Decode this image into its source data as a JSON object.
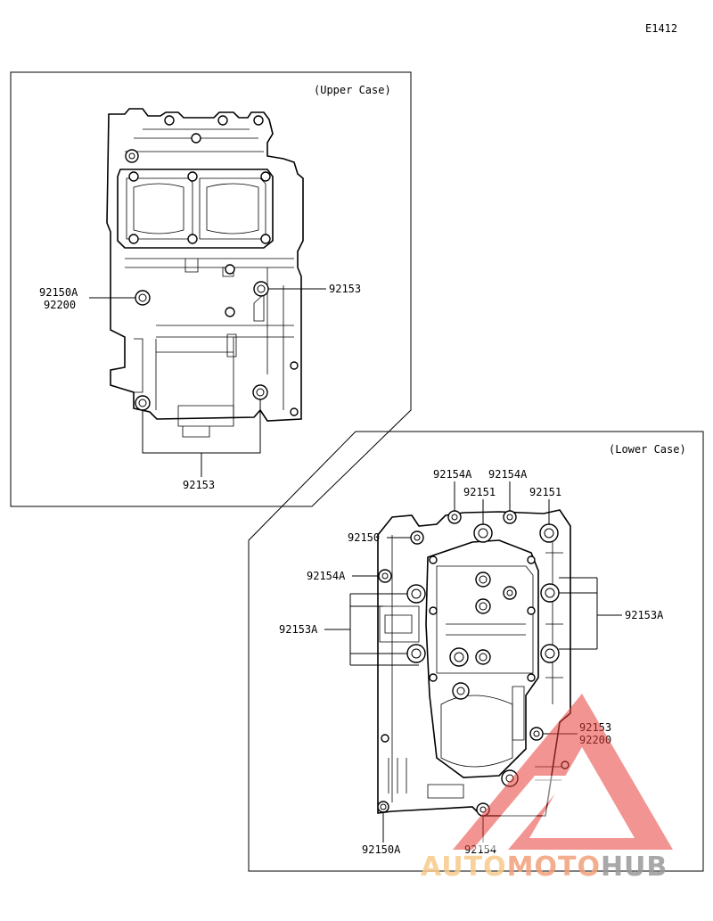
{
  "diagram_id": "E1412",
  "upper_case": {
    "title": "(Upper Case)",
    "labels": {
      "left_a": "92150A",
      "left_b": "92200",
      "right": "92153",
      "bottom": "92153"
    }
  },
  "lower_case": {
    "title": "(Lower Case)",
    "labels": {
      "top_92154A_1": "92154A",
      "top_92154A_2": "92154A",
      "top_92151_1": "92151",
      "top_92151_2": "92151",
      "left_92150": "92150",
      "left_92154A": "92154A",
      "left_92153A": "92153A",
      "right_92153A": "92153A",
      "right_92153": "92153",
      "right_92200": "92200",
      "bottom_92150A": "92150A",
      "bottom_92154": "92154"
    }
  },
  "watermark": {
    "part1": "AUTO",
    "part2": "MOTO",
    "part3": "HUB",
    "color1": "#f7c98a",
    "color2": "#f2a07a",
    "color3": "#9a9a9a",
    "logo_color": "#e8403a"
  }
}
